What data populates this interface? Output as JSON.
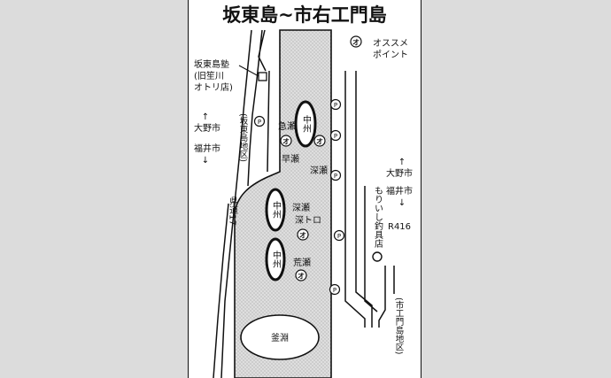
{
  "title": "坂東島~市右工門島",
  "legend": {
    "symbol": "オ",
    "label_line1": "オススメ",
    "label_line2": "ポイント"
  },
  "labels": {
    "shop_left_1": "坂東島塾",
    "shop_left_2": "(旧笙川",
    "shop_left_3": "オトリ店)",
    "west_up_arrow": "↑",
    "west_up": "大野市",
    "west_down": "福井市",
    "west_down_arrow": "↓",
    "bando_district": "(坂東島地区)",
    "pref_road": "県道17",
    "east_up_arrow": "↑",
    "east_up": "大野市",
    "east_down": "福井市",
    "east_down_arrow": "↓",
    "route": "R416",
    "tackle_shop": "もりいし釣具店",
    "ichiuemon_district": "(市工門島地区)",
    "kyuse": "急瀬",
    "hayase": "早瀬",
    "fukase_right": "深瀬",
    "fukase_left": "深瀬",
    "fukatoro": "深トロ",
    "arase": "荒瀬",
    "kamabuchi": "釜淵",
    "sandbar_1": "中州",
    "sandbar_2": "中州",
    "sandbar_3": "中州"
  },
  "symbols": {
    "parking": "P",
    "point": "オ"
  },
  "colors": {
    "river": "#d8d8d8",
    "ink": "#111111",
    "frame_bg": "#ffffff",
    "outer_bg": "#dcdcdc"
  }
}
